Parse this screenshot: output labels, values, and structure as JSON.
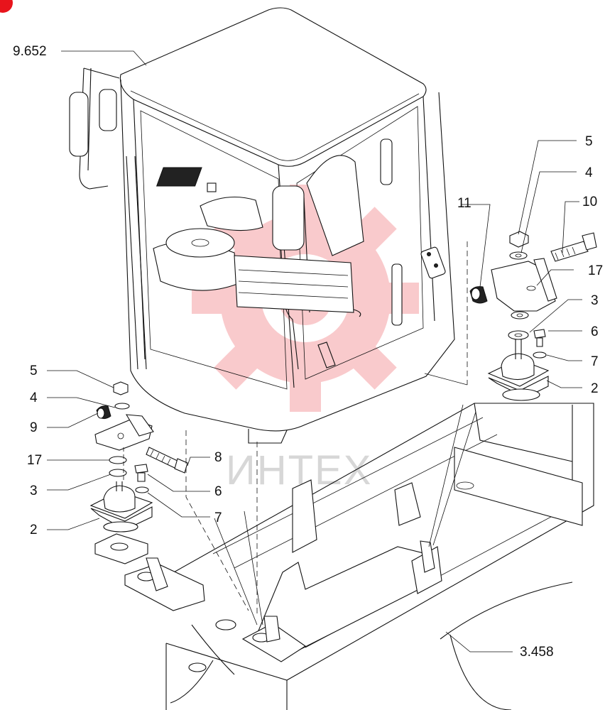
{
  "diagram": {
    "labels": {
      "cab_ref": "9.652",
      "frame_ref": "3.458",
      "right_5": "5",
      "right_4": "4",
      "right_10": "10",
      "right_11": "11",
      "right_17": "17",
      "right_3": "3",
      "right_6": "6",
      "right_7": "7",
      "right_2": "2",
      "left_5": "5",
      "left_4": "4",
      "left_9": "9",
      "left_17": "17",
      "left_3": "3",
      "left_2": "2",
      "mid_8": "8",
      "mid_6": "6",
      "mid_7": "7"
    },
    "watermark": "ИНТЕХ",
    "colors": {
      "line": "#111111",
      "watermark_red": "#e8141c",
      "watermark_gray": "#b8b8b8"
    }
  }
}
